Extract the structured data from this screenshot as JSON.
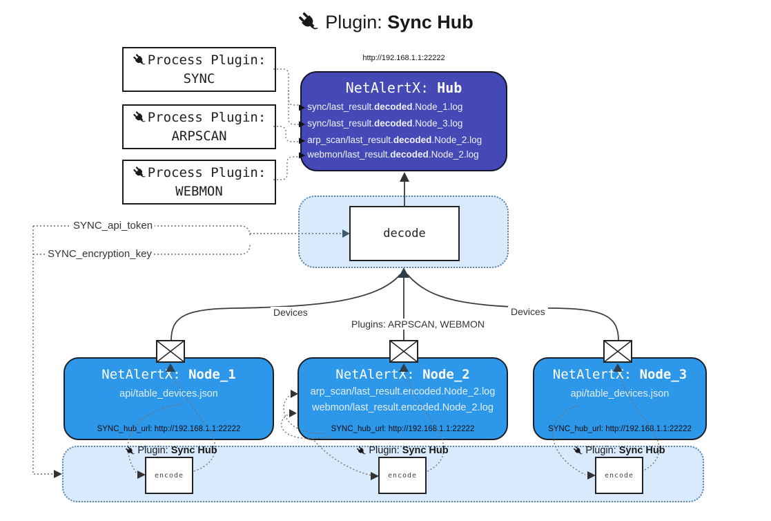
{
  "title": {
    "icon": "plug-icon",
    "prefix": "Plugin: ",
    "name": "Sync Hub"
  },
  "colors": {
    "hub_fill": "#4549b5",
    "hub_border": "#16162e",
    "node_fill": "#2d97ea",
    "node_border": "#1b1f24",
    "panel_fill": "#d8eafc",
    "panel_border": "#5e81a0",
    "line_dark": "#3d3d3d",
    "dot_gray": "#707070",
    "arrow_slate": "#2f3e49"
  },
  "process_plugins": [
    {
      "icon": "plug-icon",
      "label": "Process Plugin:",
      "name": "SYNC"
    },
    {
      "icon": "plug-icon",
      "label": "Process Plugin:",
      "name": "ARPSCAN"
    },
    {
      "icon": "plug-icon",
      "label": "Process Plugin:",
      "name": "WEBMON"
    }
  ],
  "hub": {
    "url": "http://192.168.1.1:22222",
    "title_prefix": "NetAlertX: ",
    "title_name": "Hub",
    "lines": [
      {
        "pre": "sync/last_result.",
        "bold": "decoded",
        "post": ".Node_1.log"
      },
      {
        "pre": "sync/last_result.",
        "bold": "decoded",
        "post": ".Node_3.log"
      },
      {
        "pre": "arp_scan/last_result.",
        "bold": "decoded",
        "post": ".Node_2.log"
      },
      {
        "pre": "webmon/last_result.",
        "bold": "decoded",
        "post": ".Node_2.log"
      }
    ]
  },
  "decode": {
    "label": "decode"
  },
  "tokens": {
    "api_token": "SYNC_api_token",
    "encryption_key": "SYNC_encryption_key"
  },
  "edges": {
    "devices_left": "Devices",
    "devices_right": "Devices",
    "plugins_mid": "Plugins: ARPSCAN, WEBMON"
  },
  "nodes": [
    {
      "title_prefix": "NetAlertX: ",
      "title_name": "Node_1",
      "files": [
        "api/table_devices.json"
      ],
      "hub_url": "SYNC_hub_url: http://192.168.1.1:22222"
    },
    {
      "title_prefix": "NetAlertX: ",
      "title_name": "Node_2",
      "files": [
        "arp_scan/last_result.encoded.Node_2.log",
        "webmon/last_result.encoded.Node_2.log"
      ],
      "hub_url": "SYNC_hub_url: http://192.168.1.1:22222"
    },
    {
      "title_prefix": "NetAlertX: ",
      "title_name": "Node_3",
      "files": [
        "api/table_devices.json"
      ],
      "hub_url": "SYNC_hub_url: http://192.168.1.1:22222"
    }
  ],
  "band": {
    "plugin_label_prefix": "Plugin: ",
    "plugin_label_name": "Sync Hub",
    "encode_label": "encode"
  }
}
